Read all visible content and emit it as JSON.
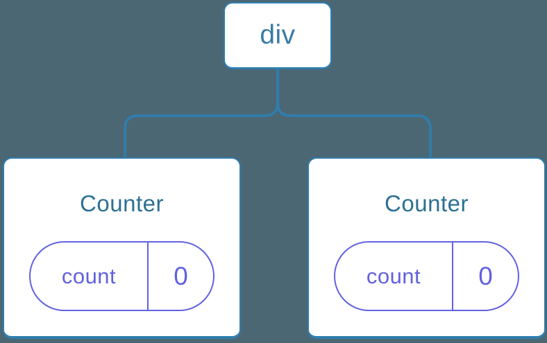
{
  "diagram": {
    "root": {
      "label": "div"
    },
    "children": [
      {
        "title": "Counter",
        "state": {
          "key": "count",
          "value": "0"
        }
      },
      {
        "title": "Counter",
        "state": {
          "key": "count",
          "value": "0"
        }
      }
    ]
  },
  "colors": {
    "background": "#4B6774",
    "card_fill": "#FFFFFF",
    "connector_blue": "#2E7EAF",
    "root_label_text": "#3A7BA4",
    "component_title_text": "#2C7093",
    "state_purple": "#6161DF"
  }
}
